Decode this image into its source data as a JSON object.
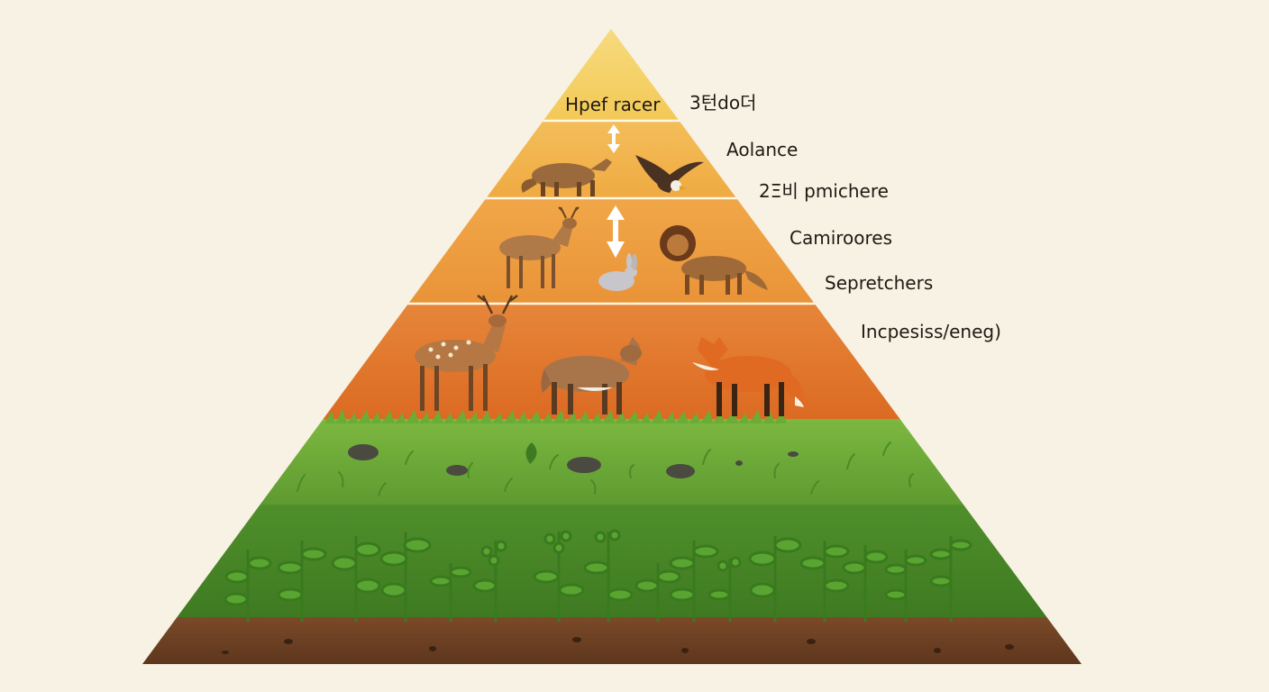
{
  "pyramid": {
    "apex_label": "Hpef racer",
    "side_labels": [
      "3턴dо더",
      "Aolance",
      "2Ξ비 pmichere",
      "Camiroores",
      "Sepretchers",
      "Incpesiss/eneg)"
    ],
    "colors": {
      "apex": "#f6d56a",
      "tier2": "#f2b54a",
      "tier3": "#eea043",
      "tier4": "#e47a2a",
      "grass": "#6aa83a",
      "plants": "#4f8f2a",
      "soil": "#6b3d22",
      "background": "#f7f2e3"
    },
    "icons": [
      "updown-arrow-icon",
      "wolf-icon",
      "eagle-icon",
      "deer-icon",
      "rabbit-icon",
      "lion-icon",
      "spotted-deer-icon",
      "coyote-icon",
      "fox-icon",
      "rock-icon",
      "plant-icon"
    ]
  }
}
